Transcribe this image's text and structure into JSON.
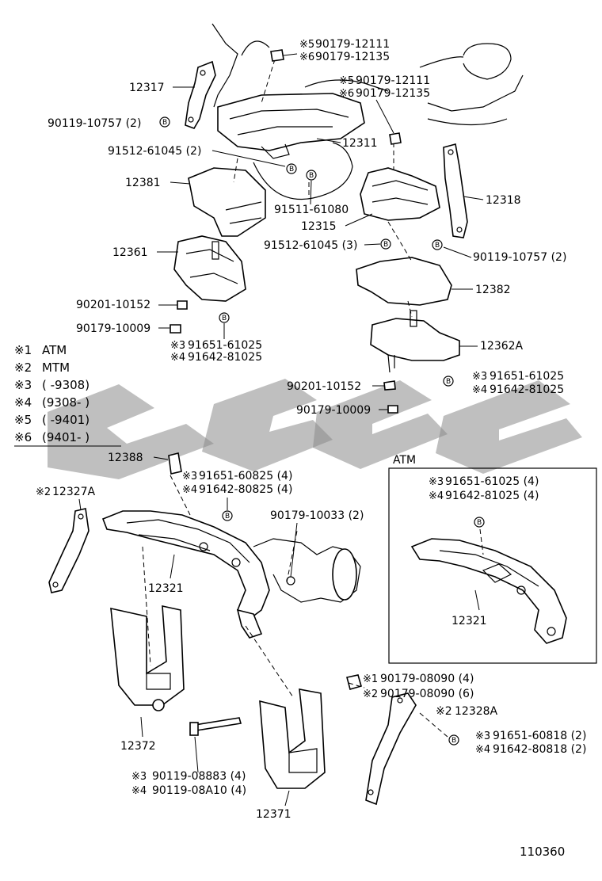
{
  "figure_number": "110360",
  "bolt_marker": "B",
  "inset": {
    "title": "ATM",
    "labels": [
      {
        "mark": "※3",
        "text": "91651-61025 (4)"
      },
      {
        "mark": "※4",
        "text": "91642-81025 (4)"
      },
      {
        "mark": "",
        "text": "12321"
      }
    ]
  },
  "legend": [
    {
      "mark": "※1",
      "text": "ATM"
    },
    {
      "mark": "※2",
      "text": "MTM"
    },
    {
      "mark": "※3",
      "text": "(      -9308)"
    },
    {
      "mark": "※4",
      "text": "(9308-      )"
    },
    {
      "mark": "※5",
      "text": "(      -9401)"
    },
    {
      "mark": "※6",
      "text": "(9401-      )"
    }
  ],
  "labels": [
    {
      "id": "l1",
      "mark": "※5",
      "text": "90179-12111"
    },
    {
      "id": "l2",
      "mark": "※6",
      "text": "90179-12135"
    },
    {
      "id": "l3",
      "mark": "※5",
      "text": "90179-12111"
    },
    {
      "id": "l4",
      "mark": "※6",
      "text": "90179-12135"
    },
    {
      "id": "l5",
      "mark": "",
      "text": "12317"
    },
    {
      "id": "l6",
      "mark": "",
      "text": "90119-10757 (2)"
    },
    {
      "id": "l7",
      "mark": "",
      "text": "12311"
    },
    {
      "id": "l8",
      "mark": "",
      "text": "91512-61045 (2)"
    },
    {
      "id": "l9",
      "mark": "",
      "text": "12381"
    },
    {
      "id": "l10",
      "mark": "",
      "text": "91511-61080"
    },
    {
      "id": "l11",
      "mark": "",
      "text": "12318"
    },
    {
      "id": "l12",
      "mark": "",
      "text": "12315"
    },
    {
      "id": "l13",
      "mark": "",
      "text": "12361"
    },
    {
      "id": "l14",
      "mark": "",
      "text": "91512-61045 (3)"
    },
    {
      "id": "l15",
      "mark": "",
      "text": "90119-10757 (2)"
    },
    {
      "id": "l16",
      "mark": "",
      "text": "12382"
    },
    {
      "id": "l17",
      "mark": "",
      "text": "90201-10152"
    },
    {
      "id": "l18",
      "mark": "",
      "text": "90179-10009"
    },
    {
      "id": "l19",
      "mark": "※3",
      "text": "91651-61025"
    },
    {
      "id": "l20",
      "mark": "※4",
      "text": "91642-81025"
    },
    {
      "id": "l21",
      "mark": "",
      "text": "12362A"
    },
    {
      "id": "l22",
      "mark": "※3",
      "text": "91651-61025"
    },
    {
      "id": "l23",
      "mark": "※4",
      "text": "91642-81025"
    },
    {
      "id": "l24",
      "mark": "",
      "text": "90201-10152"
    },
    {
      "id": "l25",
      "mark": "",
      "text": "90179-10009"
    },
    {
      "id": "l26",
      "mark": "",
      "text": "12388"
    },
    {
      "id": "l27",
      "mark": "※3",
      "text": "91651-60825 (4)"
    },
    {
      "id": "l28",
      "mark": "※4",
      "text": "91642-80825 (4)"
    },
    {
      "id": "l29",
      "mark": "※2",
      "text": "12327A"
    },
    {
      "id": "l30",
      "mark": "",
      "text": "90179-10033 (2)"
    },
    {
      "id": "l31",
      "mark": "",
      "text": "12321"
    },
    {
      "id": "l32",
      "mark": "※1",
      "text": "90179-08090 (4)"
    },
    {
      "id": "l33",
      "mark": "※2",
      "text": "90179-08090 (6)"
    },
    {
      "id": "l34",
      "mark": "※2",
      "text": "12328A"
    },
    {
      "id": "l35",
      "mark": "※3",
      "text": "91651-60818 (2)"
    },
    {
      "id": "l36",
      "mark": "※4",
      "text": "91642-80818 (2)"
    },
    {
      "id": "l37",
      "mark": "",
      "text": "12372"
    },
    {
      "id": "l38",
      "mark": "※3",
      "text": "90119-08883 (4)"
    },
    {
      "id": "l39",
      "mark": "※4",
      "text": "90119-08A10 (4)"
    },
    {
      "id": "l40",
      "mark": "",
      "text": "12371"
    }
  ]
}
